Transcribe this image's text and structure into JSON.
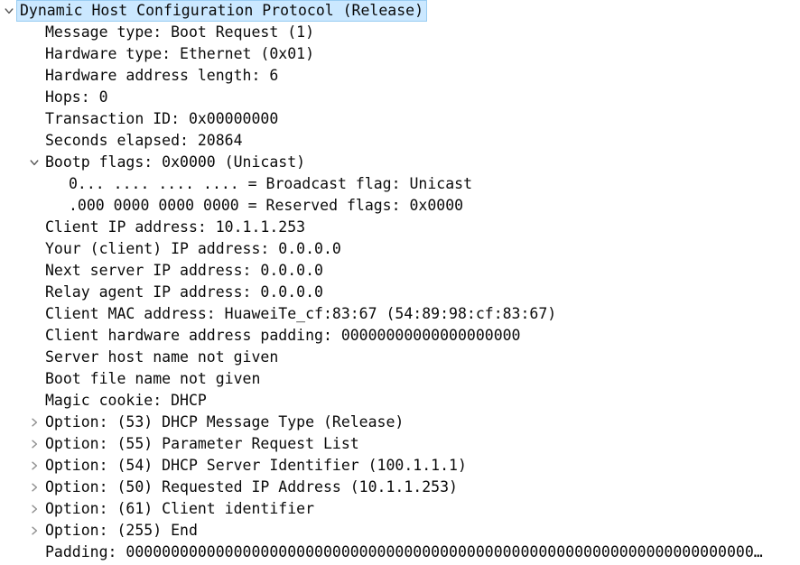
{
  "panel": {
    "name": "packet-details-pane",
    "protocol_title": "Dynamic Host Configuration Protocol (Release)"
  },
  "colors": {
    "background": "#ffffff",
    "text": "#0a0a0a",
    "selection_bg": "#cbe8ff",
    "selection_border": "#99cdf2",
    "chevron_expanded": "#565656",
    "chevron_collapsed": "#8f8f8f"
  },
  "icons": {
    "expanded": "chevron-down-icon",
    "collapsed": "chevron-right-icon"
  },
  "tree": {
    "rows": [
      {
        "indent": 0,
        "chevron": "expanded",
        "selected": true,
        "label": "Dynamic Host Configuration Protocol (Release)"
      },
      {
        "indent": 1,
        "chevron": null,
        "selected": false,
        "label": "Message type: Boot Request (1)"
      },
      {
        "indent": 1,
        "chevron": null,
        "selected": false,
        "label": "Hardware type: Ethernet (0x01)"
      },
      {
        "indent": 1,
        "chevron": null,
        "selected": false,
        "label": "Hardware address length: 6"
      },
      {
        "indent": 1,
        "chevron": null,
        "selected": false,
        "label": "Hops: 0"
      },
      {
        "indent": 1,
        "chevron": null,
        "selected": false,
        "label": "Transaction ID: 0x00000000"
      },
      {
        "indent": 1,
        "chevron": null,
        "selected": false,
        "label": "Seconds elapsed: 20864"
      },
      {
        "indent": 1,
        "chevron": "expanded",
        "selected": false,
        "label": "Bootp flags: 0x0000 (Unicast)"
      },
      {
        "indent": 2,
        "chevron": null,
        "selected": false,
        "label": "0... .... .... .... = Broadcast flag: Unicast"
      },
      {
        "indent": 2,
        "chevron": null,
        "selected": false,
        "label": ".000 0000 0000 0000 = Reserved flags: 0x0000"
      },
      {
        "indent": 1,
        "chevron": null,
        "selected": false,
        "label": "Client IP address: 10.1.1.253"
      },
      {
        "indent": 1,
        "chevron": null,
        "selected": false,
        "label": "Your (client) IP address: 0.0.0.0"
      },
      {
        "indent": 1,
        "chevron": null,
        "selected": false,
        "label": "Next server IP address: 0.0.0.0"
      },
      {
        "indent": 1,
        "chevron": null,
        "selected": false,
        "label": "Relay agent IP address: 0.0.0.0"
      },
      {
        "indent": 1,
        "chevron": null,
        "selected": false,
        "label": "Client MAC address: HuaweiTe_cf:83:67 (54:89:98:cf:83:67)"
      },
      {
        "indent": 1,
        "chevron": null,
        "selected": false,
        "label": "Client hardware address padding: 00000000000000000000"
      },
      {
        "indent": 1,
        "chevron": null,
        "selected": false,
        "label": "Server host name not given"
      },
      {
        "indent": 1,
        "chevron": null,
        "selected": false,
        "label": "Boot file name not given"
      },
      {
        "indent": 1,
        "chevron": null,
        "selected": false,
        "label": "Magic cookie: DHCP"
      },
      {
        "indent": 1,
        "chevron": "collapsed",
        "selected": false,
        "label": "Option: (53) DHCP Message Type (Release)"
      },
      {
        "indent": 1,
        "chevron": "collapsed",
        "selected": false,
        "label": "Option: (55) Parameter Request List"
      },
      {
        "indent": 1,
        "chevron": "collapsed",
        "selected": false,
        "label": "Option: (54) DHCP Server Identifier (100.1.1.1)"
      },
      {
        "indent": 1,
        "chevron": "collapsed",
        "selected": false,
        "label": "Option: (50) Requested IP Address (10.1.1.253)"
      },
      {
        "indent": 1,
        "chevron": "collapsed",
        "selected": false,
        "label": "Option: (61) Client identifier"
      },
      {
        "indent": 1,
        "chevron": "collapsed",
        "selected": false,
        "label": "Option: (255) End"
      },
      {
        "indent": 1,
        "chevron": null,
        "selected": false,
        "label": "Padding: 0000000000000000000000000000000000000000000000000000000000000000000000…"
      }
    ]
  }
}
